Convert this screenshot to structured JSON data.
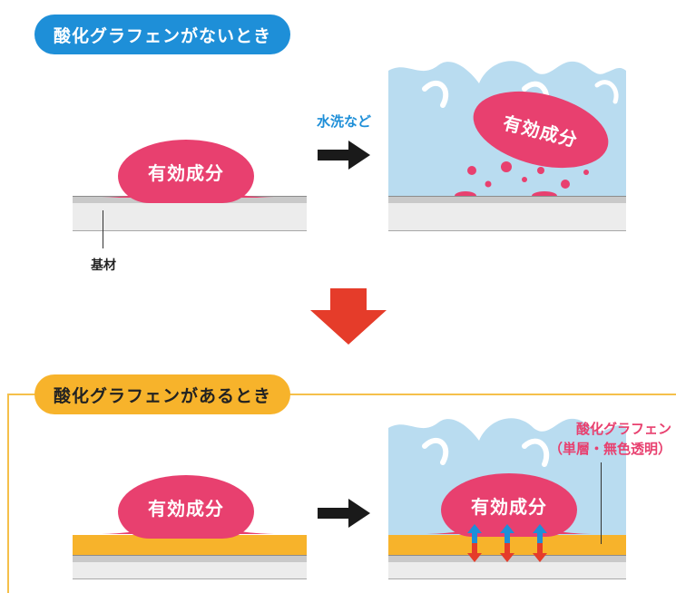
{
  "top_section": {
    "title": "酸化グラフェンがないとき",
    "blob_left_label": "有効成分",
    "wash_label": "水洗など",
    "blob_right_label": "有効成分",
    "base_label": "基材"
  },
  "bottom_section": {
    "title": "酸化グラフェンがあるとき",
    "blob_left_label": "有効成分",
    "blob_right_label": "有効成分",
    "graphene_label_line1": "酸化グラフェン",
    "graphene_label_line2": "（単層・無色透明）"
  },
  "colors": {
    "blue_pill": "#1e8fd8",
    "orange_pill": "#f7b32b",
    "blob": "#e8406f",
    "water": "#b9dcf0",
    "big_arrow": "#e53c2a"
  }
}
